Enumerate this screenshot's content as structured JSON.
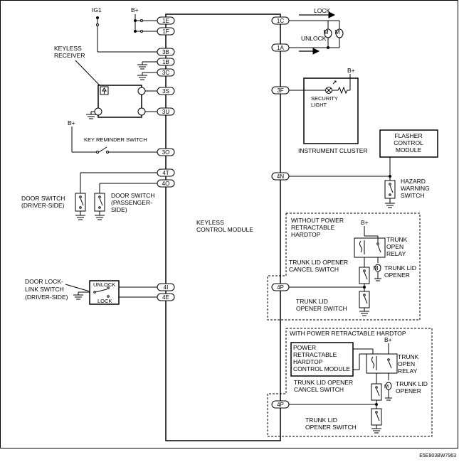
{
  "title_module": [
    "KEYLESS",
    "CONTROL MODULE"
  ],
  "supply": {
    "ig1": "IG1",
    "bplus": "B+"
  },
  "pins": {
    "1E": "1E",
    "1F": "1F",
    "3B": "3B",
    "1B": "1B",
    "3C": "3C",
    "3S": "3S",
    "3U": "3U",
    "3O": "3O",
    "4T": "4T",
    "4O": "4O",
    "4I": "4I",
    "4E": "4E",
    "1C": "1C",
    "1A": "1A",
    "3F": "3F",
    "4N": "4N",
    "4P_a": "4P",
    "4P_b": "4P"
  },
  "left_labels": {
    "keyless_receiver": [
      "KEYLESS",
      "RECEIVER"
    ],
    "key_reminder": "KEY REMINDER SWITCH",
    "door_driver": [
      "DOOR SWITCH",
      "(DRIVER-SIDE)"
    ],
    "door_passenger": [
      "DOOR SWITCH",
      "(PASSENGER-",
      "SIDE)"
    ],
    "door_lock_link": [
      "DOOR LOCK-",
      "LINK SWITCH",
      "(DRIVER-SIDE)"
    ],
    "unlock": "UNLOCK",
    "lock": "LOCK"
  },
  "right_labels": {
    "lock": "LOCK",
    "unlock": "UNLOCK",
    "security_light": [
      "SECURITY",
      "LIGHT"
    ],
    "instrument_cluster": "INSTRUMENT CLUSTER",
    "flasher": [
      "FLASHER",
      "CONTROL",
      "MODULE"
    ],
    "hazard": [
      "HAZARD",
      "WARNING",
      "SWITCH"
    ],
    "without_group": [
      "WITHOUT POWER",
      "RETRACTABLE",
      "HARDTOP"
    ],
    "with_group": "WITH POWER RETRACTABLE HARDTOP",
    "prh_module": [
      "POWER",
      "RETRACTABLE",
      "HARDTOP",
      "CONTROL MODULE"
    ],
    "trunk_open_relay": [
      "TRUNK",
      "OPEN",
      "RELAY"
    ],
    "trunk_lid_opener": [
      "TRUNK LID",
      "OPENER"
    ],
    "cancel_switch": [
      "TRUNK LID OPENER",
      "CANCEL SWITCH"
    ],
    "opener_switch": [
      "TRUNK LID",
      "OPENER SWITCH"
    ],
    "motor": "M"
  },
  "figure_code": "E5E903BW7963"
}
